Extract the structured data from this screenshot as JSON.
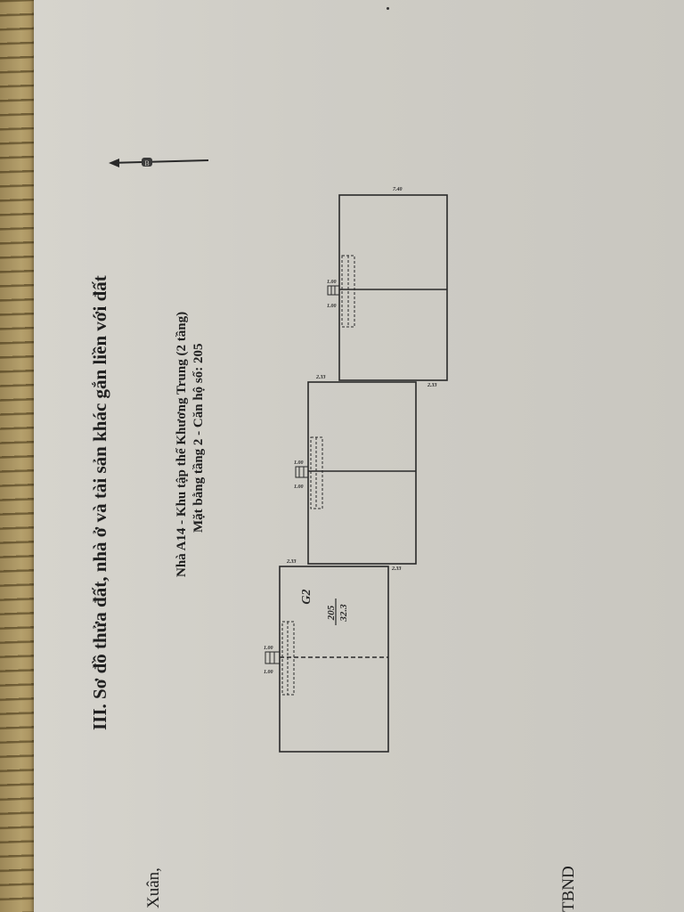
{
  "document": {
    "section_heading": "III. Sơ đồ thửa đất, nhà ở và tài sản khác gắn liền với đất",
    "building_caption": "Nhà A14 - Khu tập thể Khương Trung (2 tầng)",
    "floor_caption": "Mặt bằng tầng 2 - Căn hộ số: 205",
    "margin_left_text": "Xuân,",
    "margin_bottom_text": "TBND"
  },
  "north_arrow": {
    "label": "B"
  },
  "floor_plan": {
    "unit_code": "G2",
    "unit_number": "205",
    "unit_area": "32.3",
    "dimensions": {
      "top_width": "7.40",
      "offset_1": "2.33",
      "offset_2": "2.33",
      "offset_3": "2.33",
      "offset_4": "2.33",
      "stair_a": "1.00",
      "stair_b": "1.00",
      "stair_c": "1.00",
      "stair_d": "1.00",
      "stair_e": "1.00",
      "stair_f": "1.00"
    }
  },
  "colors": {
    "paper": "#cfcdc6",
    "ink": "#1f1f1f",
    "wood": "#a68f5c"
  }
}
